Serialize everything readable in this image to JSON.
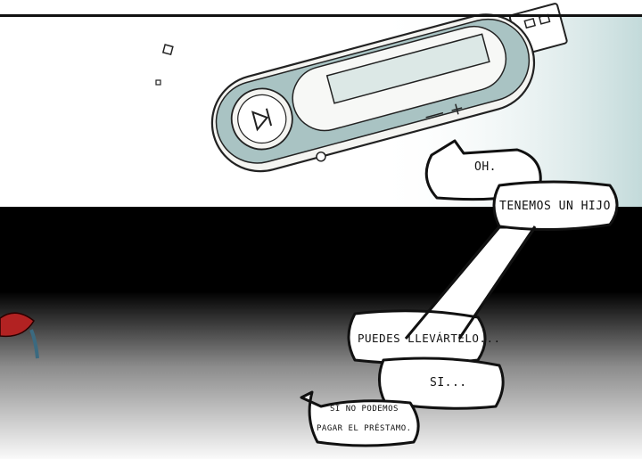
{
  "bubbles": {
    "oh": "OH.",
    "tenemos": "TENEMOS UN HIJO",
    "puedes": "PUEDES LLEVÁRTELO...",
    "si": "SI...",
    "line1": "SI NO PODEMOS",
    "line2": "PAGAR EL PRÉSTAMO."
  },
  "colors": {
    "device_body": "#f4f4f1",
    "device_accent": "#a9c3c3",
    "screen": "#dce8e6",
    "lips": "#b22222"
  },
  "icons": {
    "play_pause": "play-pause-icon",
    "minus": "minus-icon",
    "plus": "plus-icon"
  }
}
